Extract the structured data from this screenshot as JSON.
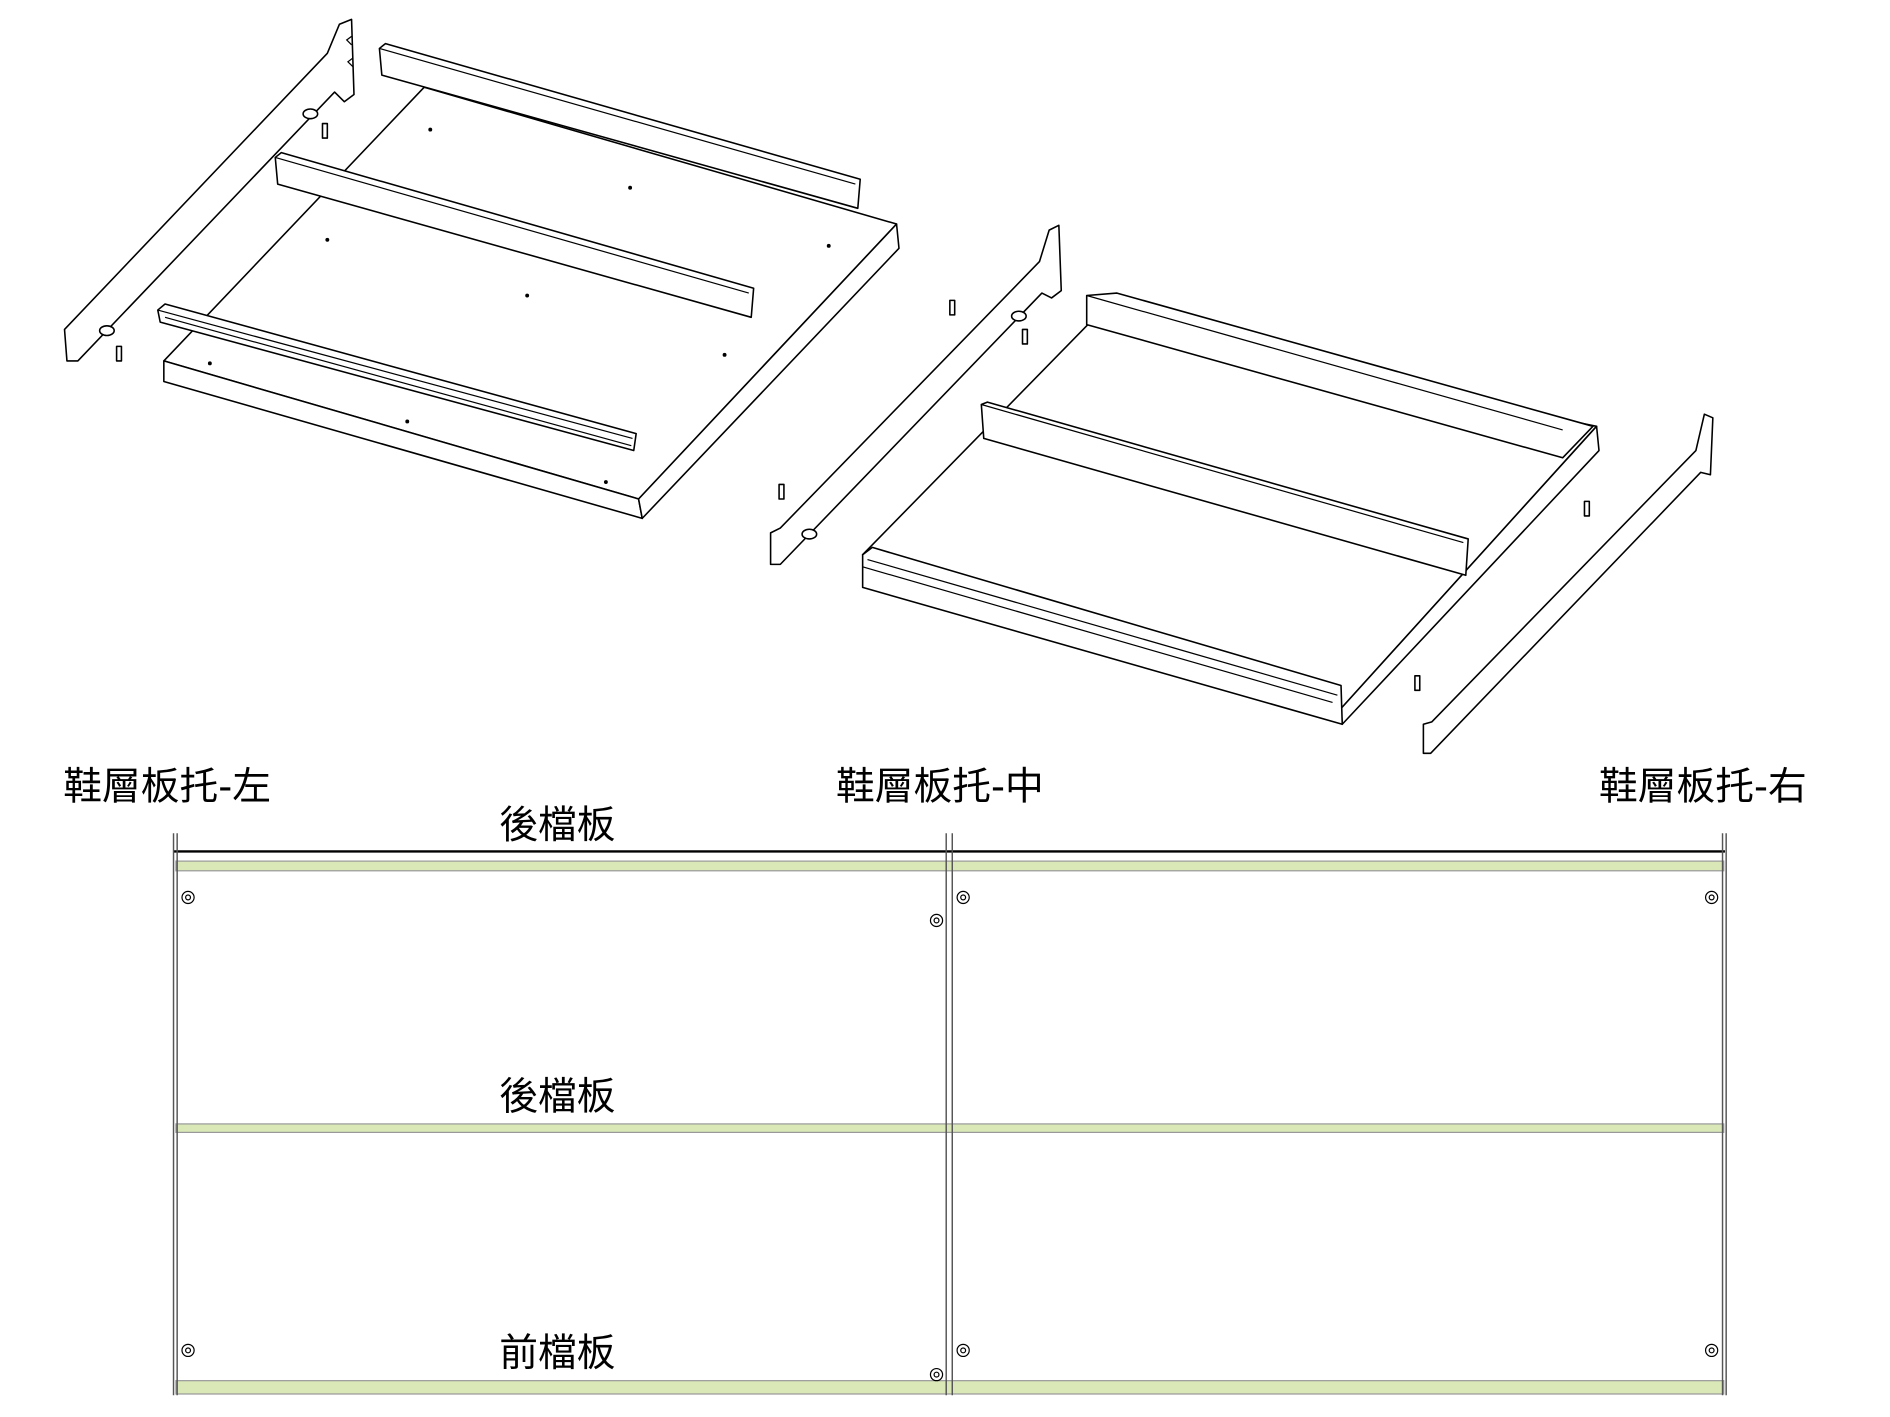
{
  "labels": {
    "bracket_left": "鞋層板托-左",
    "bracket_middle": "鞋層板托-中",
    "bracket_right": "鞋層板托-右",
    "back_panel_top": "後檔板",
    "back_panel_middle": "後檔板",
    "front_panel": "前檔板"
  },
  "colors": {
    "panel_band": "#d9e8b6",
    "line": "#000000"
  }
}
